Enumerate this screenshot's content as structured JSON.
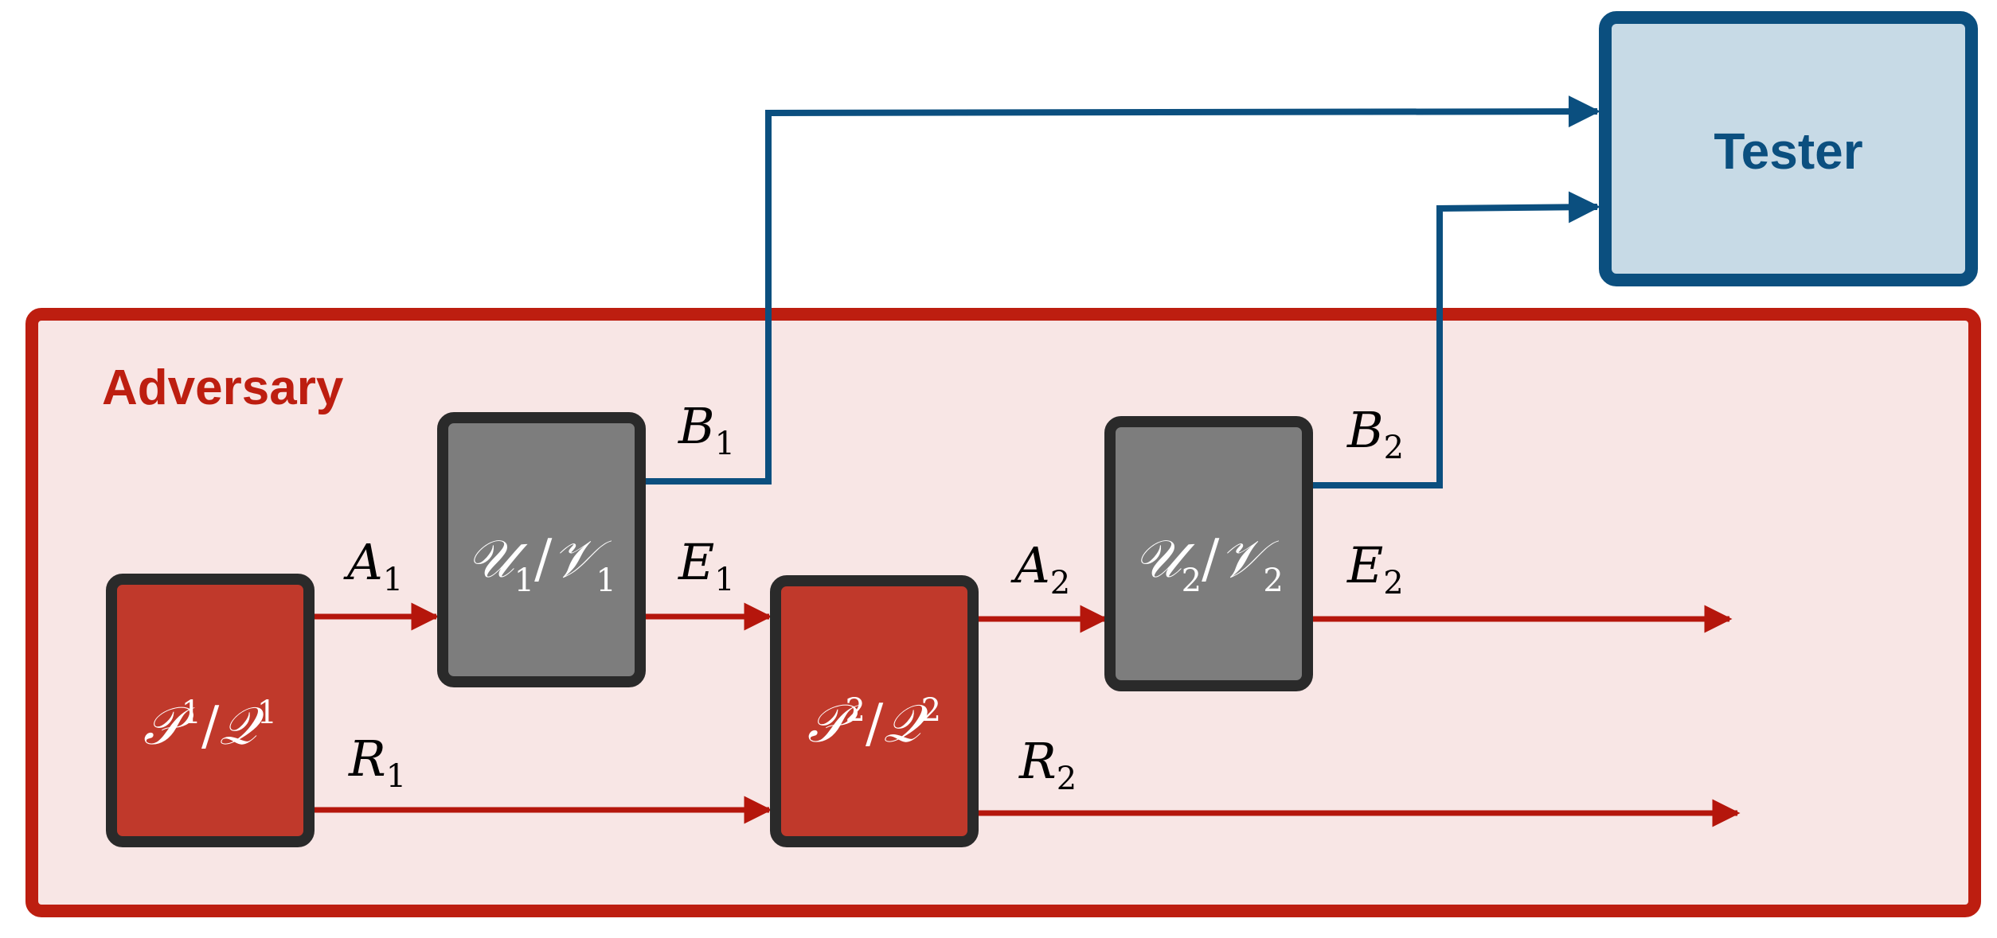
{
  "tester": {
    "label": "Tester",
    "fill": "#c7dae6",
    "stroke": "#0b4f7f"
  },
  "adversary": {
    "label": "Adversary",
    "fill": "#f8e6e5",
    "stroke": "#bd1e10"
  },
  "colors": {
    "red_box": "#c0392b",
    "gray_box": "#7d7d7d",
    "box_border": "#2a2a2a",
    "red_arrow": "#b5160c",
    "blue_arrow": "#0b4f7f"
  },
  "boxes": {
    "p1": {
      "main": "𝒫",
      "sup1": "1",
      "slash": "/",
      "main2": "𝒬",
      "sup2": "1"
    },
    "p2": {
      "main": "𝒫",
      "sup1": "2",
      "slash": "/",
      "main2": "𝒬",
      "sup2": "2"
    },
    "u1": {
      "main": "𝒰",
      "sub1": "1",
      "slash": "/",
      "main2": "𝒱",
      "sub2": "1"
    },
    "u2": {
      "main": "𝒰",
      "sub1": "2",
      "slash": "/",
      "main2": "𝒱",
      "sub2": "2"
    }
  },
  "labels": {
    "A1": {
      "base": "A",
      "sub": "1"
    },
    "R1": {
      "base": "R",
      "sub": "1"
    },
    "B1": {
      "base": "B",
      "sub": "1"
    },
    "E1": {
      "base": "E",
      "sub": "1"
    },
    "A2": {
      "base": "A",
      "sub": "2"
    },
    "R2": {
      "base": "R",
      "sub": "2"
    },
    "B2": {
      "base": "B",
      "sub": "2"
    },
    "E2": {
      "base": "E",
      "sub": "2"
    }
  }
}
